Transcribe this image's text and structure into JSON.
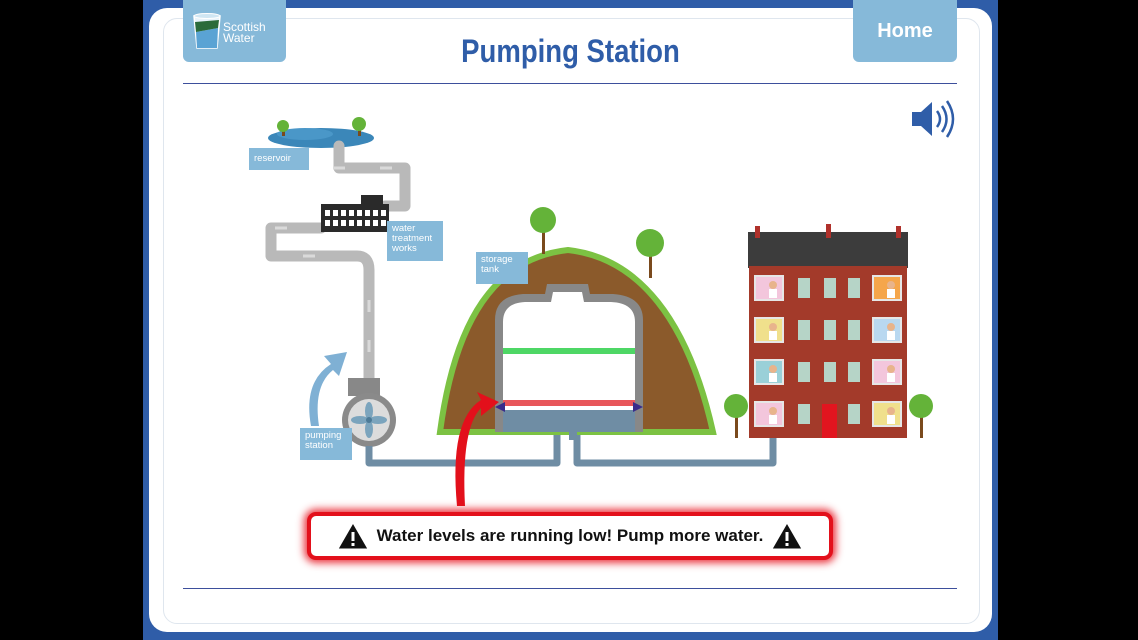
{
  "header": {
    "logo_text_line1": "Scottish",
    "logo_text_line2": "Water",
    "home_label": "Home",
    "title": "Pumping Station"
  },
  "labels": {
    "reservoir": "reservoir",
    "water_treatment_works": [
      "water",
      "treatment",
      "works"
    ],
    "storage_tank": [
      "storage",
      "tank"
    ],
    "pumping_station": [
      "pumping",
      "station"
    ]
  },
  "alert": {
    "message": "Water levels are running low! Pump more water."
  },
  "icons": {
    "speaker": "speaker-icon",
    "warning": "warning-icon",
    "pump": "fan-icon"
  },
  "colors": {
    "brand_blue": "#2f5da8",
    "button_blue": "#86b9d9",
    "alert_red": "#e3101b",
    "upper_level": "#2fd04a",
    "lower_level": "#e4383d"
  }
}
